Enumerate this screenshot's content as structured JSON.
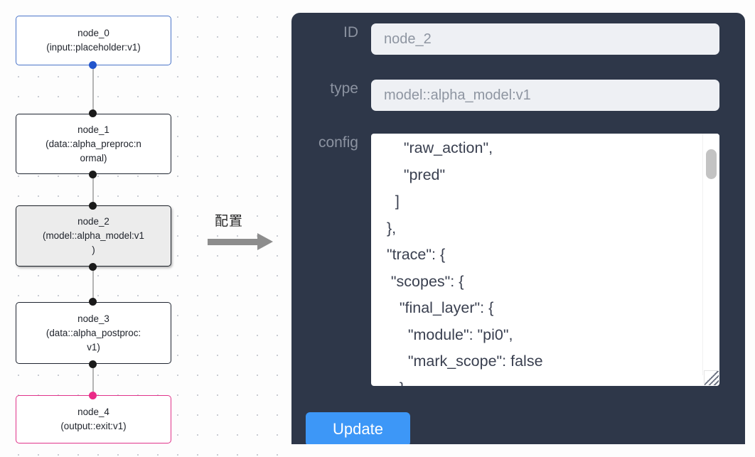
{
  "flow": {
    "nodes": [
      {
        "id": "node_0",
        "label": "node_0",
        "sublabel": "(input::placeholder:v1)",
        "kind": "input",
        "selected": false
      },
      {
        "id": "node_1",
        "label": "node_1",
        "sublabel": "(data::alpha_preproc:n\normal)",
        "kind": "default",
        "selected": false
      },
      {
        "id": "node_2",
        "label": "node_2",
        "sublabel": "(model::alpha_model:v1\n)",
        "kind": "default",
        "selected": true
      },
      {
        "id": "node_3",
        "label": "node_3",
        "sublabel": "(data::alpha_postproc:\nv1)",
        "kind": "default",
        "selected": false
      },
      {
        "id": "node_4",
        "label": "node_4",
        "sublabel": "(output::exit:v1)",
        "kind": "output",
        "selected": false
      }
    ],
    "edges": [
      {
        "from": "node_0",
        "to": "node_1"
      },
      {
        "from": "node_1",
        "to": "node_2"
      },
      {
        "from": "node_2",
        "to": "node_3"
      },
      {
        "from": "node_3",
        "to": "node_4"
      }
    ]
  },
  "arrow": {
    "caption": "配置"
  },
  "panel": {
    "fields": {
      "id_label": "ID",
      "id_value": "node_2",
      "type_label": "type",
      "type_value": "model::alpha_model:v1",
      "config_label": "config",
      "config_value": "      \"raw_action\",\n      \"pred\"\n    ]\n  },\n  \"trace\": {\n   \"scopes\": {\n     \"final_layer\": {\n       \"module\": \"pi0\",\n       \"mark_scope\": false\n     },\n     \"action_model\": {"
    },
    "update_label": "Update"
  },
  "colors": {
    "panel_bg": "#2e3749",
    "input_bg": "#eef0f4",
    "accent_button": "#3d97f7",
    "node_border": "#1e2430",
    "input_node_border": "#4a74c9",
    "output_node_border": "#e0338a",
    "selected_node_bg": "#ececec",
    "edge": "#b4b4b4",
    "arrow": "#8d8d8d"
  }
}
